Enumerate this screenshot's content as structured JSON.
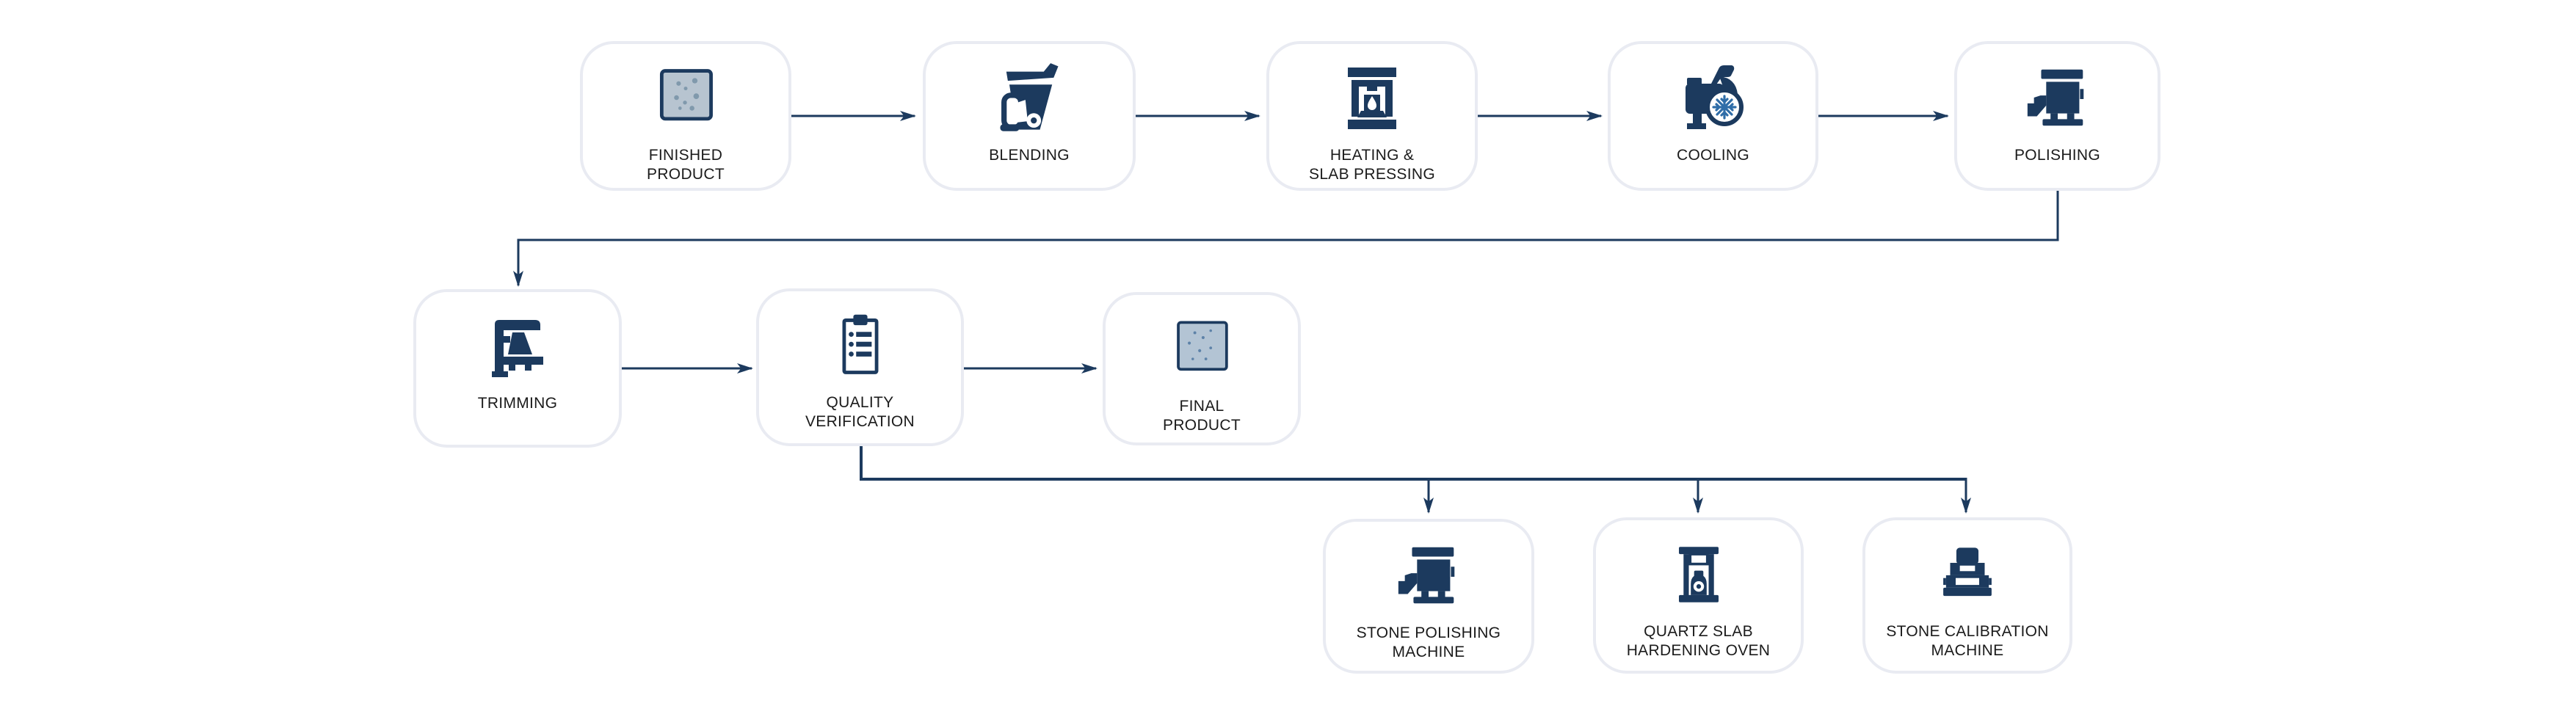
{
  "diagram": {
    "background_color": "#ffffff",
    "node_fill": "#ffffff",
    "node_border_color": "#e9ebf2",
    "icon_color": "#1c3a5e",
    "snowflake_color": "#2f6da8",
    "slab_fill_color": "#b7c4d0",
    "connector_color": "#1c3a5e",
    "label_color": "#1b1b1b"
  },
  "nodes": [
    {
      "id": "finished-product",
      "label": "FINISHED\nPRODUCT",
      "icon": "speckled-slab-icon"
    },
    {
      "id": "blending",
      "label": "BLENDING",
      "icon": "blending-mixer-icon"
    },
    {
      "id": "heating-slab-pressing",
      "label": "HEATING &\nSLAB PRESSING",
      "icon": "press-furnace-icon"
    },
    {
      "id": "cooling",
      "label": "COOLING",
      "icon": "cooling-machine-icon"
    },
    {
      "id": "polishing",
      "label": "POLISHING",
      "icon": "polishing-machine-icon"
    },
    {
      "id": "trimming",
      "label": "TRIMMING",
      "icon": "trimming-machine-icon"
    },
    {
      "id": "quality-verification",
      "label": "QUALITY\nVERIFICATION",
      "icon": "checklist-clipboard-icon"
    },
    {
      "id": "final-product",
      "label": "FINAL\nPRODUCT",
      "icon": "speckled-slab-icon"
    },
    {
      "id": "stone-polishing-machine",
      "label": "STONE POLISHING\nMACHINE",
      "icon": "polishing-machine-icon"
    },
    {
      "id": "quartz-slab-hardening-oven",
      "label": "QUARTZ SLAB\nHARDENING OVEN",
      "icon": "hardening-oven-icon"
    },
    {
      "id": "stone-calibration-machine",
      "label": "STONE CALIBRATION\nMACHINE",
      "icon": "calibration-machine-icon"
    }
  ],
  "edges": [
    {
      "from": "finished-product",
      "to": "blending"
    },
    {
      "from": "blending",
      "to": "heating-slab-pressing"
    },
    {
      "from": "heating-slab-pressing",
      "to": "cooling"
    },
    {
      "from": "cooling",
      "to": "polishing"
    },
    {
      "from": "polishing",
      "to": "trimming"
    },
    {
      "from": "trimming",
      "to": "quality-verification"
    },
    {
      "from": "quality-verification",
      "to": "final-product"
    },
    {
      "from": "quality-verification",
      "to": "stone-polishing-machine"
    },
    {
      "from": "quality-verification",
      "to": "quartz-slab-hardening-oven"
    },
    {
      "from": "quality-verification",
      "to": "stone-calibration-machine"
    }
  ]
}
